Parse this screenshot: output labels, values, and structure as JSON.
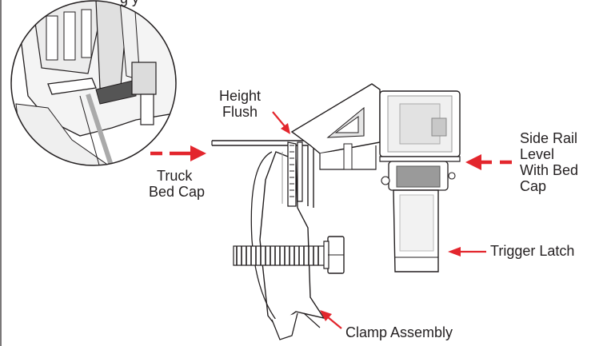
{
  "top_text": "g              y",
  "labels": {
    "height_flush": [
      "Height",
      "Flush"
    ],
    "truck_bed_cap": [
      "Truck",
      "Bed Cap"
    ],
    "side_rail": [
      "Side Rail",
      "Level",
      "With Bed",
      "Cap"
    ],
    "trigger_latch": "Trigger Latch",
    "clamp_assembly": "Clamp Assembly"
  },
  "colors": {
    "arrow": "#e3262d",
    "line": "#231f20",
    "light_gray": "#d9d9d9"
  }
}
